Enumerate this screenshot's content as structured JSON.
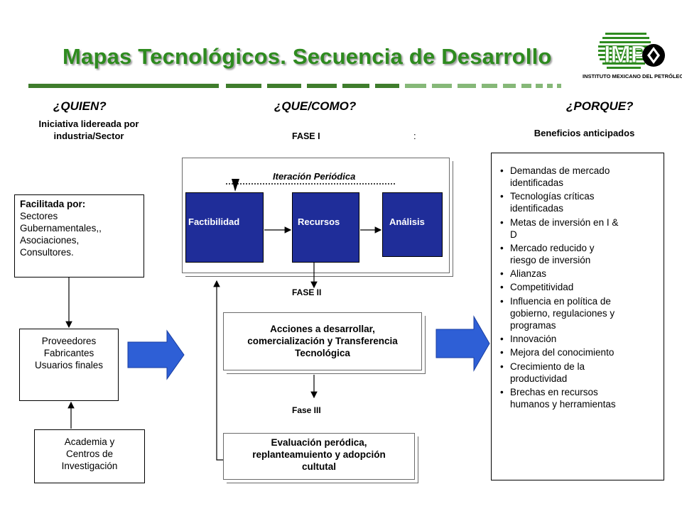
{
  "title": "Mapas Tecnológicos. Secuencia de Desarrollo",
  "logo": {
    "letters": "IMP",
    "caption": "INSTITUTO MEXICANO DEL PETRÓLEO"
  },
  "columns": {
    "quien": {
      "heading": "¿QUIEN?",
      "subtitle_line1": "Iniciativa lidereada por",
      "subtitle_line2": "industria/Sector"
    },
    "que": {
      "heading": "¿QUE/COMO?"
    },
    "porque": {
      "heading": "¿PORQUE?",
      "subtitle": "Beneficios anticipados"
    }
  },
  "left": {
    "facilitada_label": "Facilitada por:",
    "facilitada_lines": [
      "Sectores",
      "Gubernamentales,,",
      "Asociaciones,",
      "Consultores."
    ],
    "actors_lines": [
      "Proveedores",
      "Fabricantes",
      "Usuarios finales"
    ],
    "academia_lines": [
      "Academia y",
      "Centros de",
      "Investigación"
    ]
  },
  "middle": {
    "fase1": "FASE I",
    "fase1_marker": ":",
    "iteracion": "Iteración Periódica",
    "factibilidad": "Factibilidad",
    "recursos": "Recursos",
    "analisis": "Análisis",
    "fase2": "FASE II",
    "acciones_lines": [
      "Acciones a desarrollar,",
      "comercialización y Transferencia",
      "Tecnológica"
    ],
    "fase3": "Fase III",
    "evaluacion_lines": [
      "Evaluación peródica,",
      "replanteamuiento y adopción",
      "cultutal"
    ]
  },
  "benefits": [
    [
      "Demandas de mercado",
      "identificadas"
    ],
    [
      "Tecnologías críticas",
      "identificadas"
    ],
    [
      "Metas de inversión en I &",
      "D"
    ],
    [
      "Mercado reducido y",
      "riesgo de inversión"
    ],
    [
      "Alianzas"
    ],
    [
      "Competitividad"
    ],
    [
      "Influencia en política de",
      "gobierno, regulaciones y",
      "programas"
    ],
    [
      "Innovación"
    ],
    [
      "Mejora del conocimiento"
    ],
    [
      "Crecimiento de la",
      "productividad"
    ],
    [
      "Brechas en recursos",
      "humanos y  herramientas"
    ]
  ],
  "colors": {
    "title_green": "#2e8b1f",
    "box_blue": "#1f2d99",
    "arrow_blue": "#2e5fd6",
    "rule_green": "#3f7d2c"
  }
}
